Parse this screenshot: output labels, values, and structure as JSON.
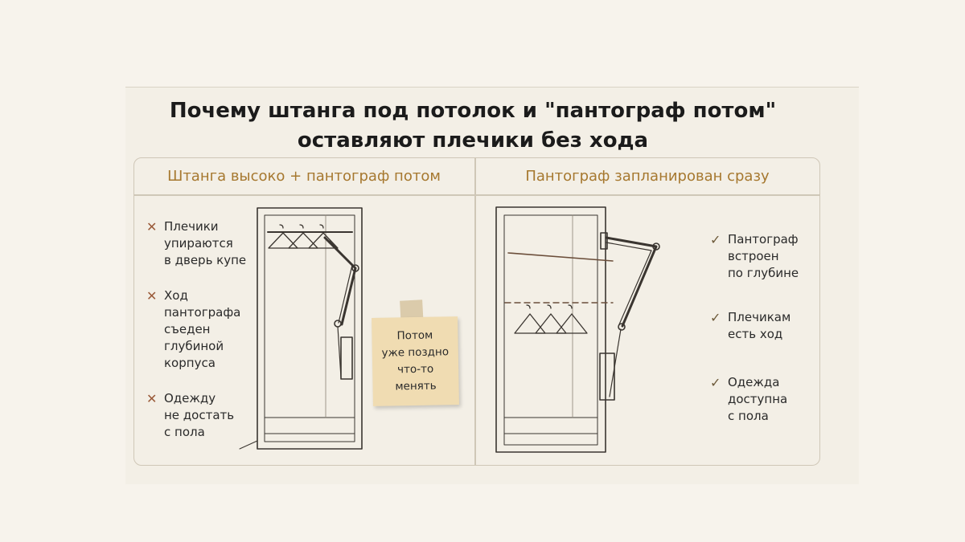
{
  "title": "Почему штанга под потолок и \"пантограф потом\"\nоставляют плечики без хода",
  "left": {
    "heading": "Штанга высоко + пантограф потом",
    "items": [
      {
        "icon": "cross-icon",
        "text": "Плечики\nупираются\nв дверь купе"
      },
      {
        "icon": "cross-icon",
        "text": "Ход\nпантографа\nсъеден\nглубиной\nкорпуса"
      },
      {
        "icon": "cross-icon",
        "text": "Одежду\nне достать\nс пола"
      }
    ],
    "note": "Потом\nуже поздно\nчто-то\nменять"
  },
  "right": {
    "heading": "Пантограф запланирован сразу",
    "items": [
      {
        "icon": "check-icon",
        "text": "Пантограф\nвстроен\nпо глубине"
      },
      {
        "icon": "check-icon",
        "text": "Плечикам\nесть ход"
      },
      {
        "icon": "check-icon",
        "text": "Одежда\nдоступна\nс пола"
      }
    ]
  },
  "symbols": {
    "cross": "✕",
    "check": "✓"
  },
  "colors": {
    "accent": "#a6782f",
    "line": "#3a3530",
    "note": "#f0dcb2"
  }
}
